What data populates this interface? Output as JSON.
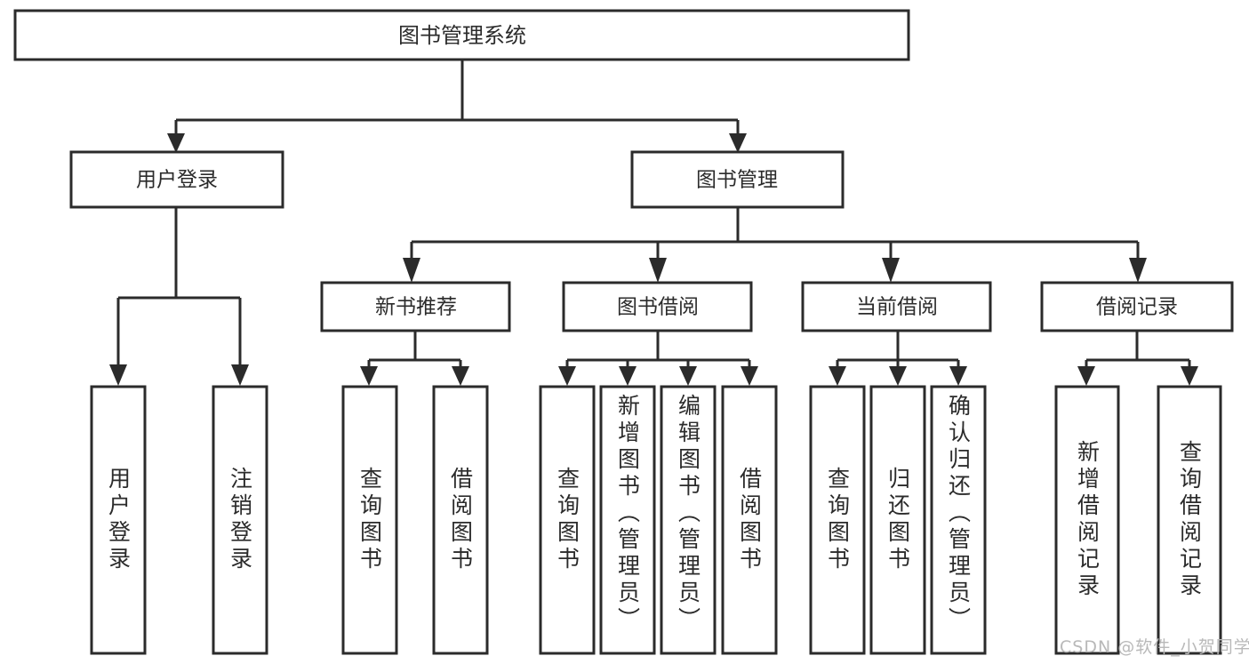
{
  "diagram": {
    "type": "tree-hierarchy",
    "title": "图书管理系统",
    "root": {
      "id": "root",
      "label": "图书管理系统",
      "orientation": "horizontal"
    },
    "level2": [
      {
        "id": "user-login",
        "label": "用户登录",
        "orientation": "horizontal"
      },
      {
        "id": "book-manage",
        "label": "图书管理",
        "orientation": "horizontal"
      }
    ],
    "level3": [
      {
        "id": "new-book-rec",
        "label": "新书推荐",
        "parent": "book-manage",
        "orientation": "horizontal"
      },
      {
        "id": "book-borrow",
        "label": "图书借阅",
        "parent": "book-manage",
        "orientation": "horizontal"
      },
      {
        "id": "current-borrow",
        "label": "当前借阅",
        "parent": "book-manage",
        "orientation": "horizontal"
      },
      {
        "id": "borrow-record",
        "label": "借阅记录",
        "parent": "book-manage",
        "orientation": "horizontal"
      }
    ],
    "leaves": [
      {
        "id": "leaf-user-login",
        "label": "用户登录",
        "parent": "user-login",
        "align": "center"
      },
      {
        "id": "leaf-logout",
        "label": "注销登录",
        "parent": "user-login",
        "align": "center"
      },
      {
        "id": "leaf-query-book-1",
        "label": "查询图书",
        "parent": "new-book-rec",
        "align": "center"
      },
      {
        "id": "leaf-borrow-book-1",
        "label": "借阅图书",
        "parent": "new-book-rec",
        "align": "center"
      },
      {
        "id": "leaf-query-book-2",
        "label": "查询图书",
        "parent": "book-borrow",
        "align": "center"
      },
      {
        "id": "leaf-add-book",
        "label": "新增图书（管理员）",
        "parent": "book-borrow",
        "align": "start"
      },
      {
        "id": "leaf-edit-book",
        "label": "编辑图书（管理员）",
        "parent": "book-borrow",
        "align": "start"
      },
      {
        "id": "leaf-borrow-book-2",
        "label": "借阅图书",
        "parent": "book-borrow",
        "align": "center"
      },
      {
        "id": "leaf-query-book-3",
        "label": "查询图书",
        "parent": "current-borrow",
        "align": "center"
      },
      {
        "id": "leaf-return-book",
        "label": "归还图书",
        "parent": "current-borrow",
        "align": "center"
      },
      {
        "id": "leaf-confirm-return",
        "label": "确认归还（管理员）",
        "parent": "current-borrow",
        "align": "start"
      },
      {
        "id": "leaf-add-record",
        "label": "新增借阅记录",
        "parent": "borrow-record",
        "align": "center"
      },
      {
        "id": "leaf-query-record",
        "label": "查询借阅记录",
        "parent": "borrow-record",
        "align": "center"
      }
    ],
    "colors": {
      "stroke": "#2b2b2b",
      "fill": "#ffffff",
      "text": "#2b2b2b",
      "watermark": "#b9b9b9"
    }
  },
  "watermark": {
    "text": "CSDN @软件_小贺同学"
  }
}
